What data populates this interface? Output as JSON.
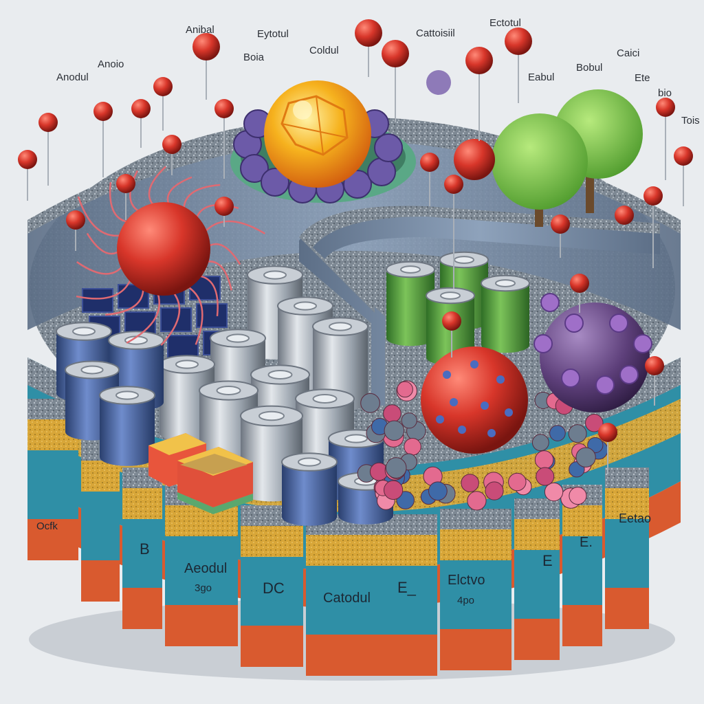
{
  "top_labels": [
    "Anibal",
    "Eytotul",
    "Cattoisiil",
    "Ectotul",
    "Anoio",
    "Anodul",
    "Boia",
    "Coldul",
    "Caici",
    "Bobul",
    "Eabul",
    "Ete",
    "bio",
    "Tois"
  ],
  "segment_labels": [
    "Ocfk",
    "B",
    "Aeodul",
    "3go",
    "DC",
    "Catodul",
    "E_",
    "Elctvo",
    "4po",
    "E",
    "E.",
    "Eetao"
  ],
  "colors": {
    "background": "#e9ecef",
    "base_red": "#d95a2f",
    "base_blue": "#2f8fa6",
    "base_yellow": "#d8a638",
    "gravel": "#6f7b86",
    "cells_blue": "#4d6aa8",
    "cells_silver": "#9aa3ad",
    "cells_green": "#4f9b3d",
    "sphere_red": "#d8362a",
    "sphere_orange": "#f2a21c",
    "sphere_purple": "#6f4c8a",
    "tree_green": "#7cc44a",
    "pin_red": "#e2372a"
  }
}
